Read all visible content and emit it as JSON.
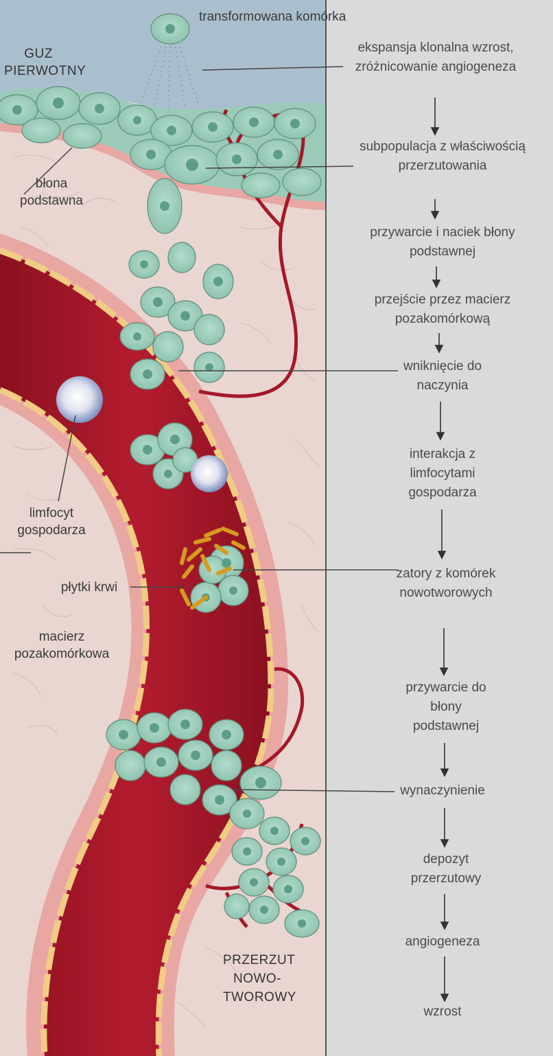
{
  "labels": {
    "transformed_cell": "transformowana komórka",
    "primary_tumor": "GUZ PIERWOTNY",
    "basement_membrane": "błona podstawna",
    "host_lymphocyte": "limfocyt gospodarza",
    "platelets": "płytki krwi",
    "extracellular_matrix": "macierz pozakomórkowa",
    "metastasis": "PRZERZUT NOWO-TWOROWY"
  },
  "steps": [
    "ekspansja klonalna wzrost, zróżnicowanie angiogeneza",
    "subpopulacja z właściwością przerzutowania",
    "przywarcie i naciek błony podstawnej",
    "przejście przez macierz pozakomórkową",
    "wniknięcie do naczynia",
    "interakcja z limfocytami gospodarza",
    "zatory z komórek nowotworowych",
    "przywarcie do błony podstawnej",
    "wynaczynienie",
    "depozyt przerzutowy",
    "angiogeneza",
    "wzrost"
  ],
  "colors": {
    "vessel": "#a51828",
    "vessel_dark": "#7d0f1c",
    "tissue": "#e9d6d0",
    "membrane": "#e8a7a3",
    "cell": "#98cbb8",
    "cell_nucleus": "#5f9e86",
    "upper_bg": "#aabfce",
    "right_panel": "#d9dadb",
    "platelet": "#e8b83a",
    "lymphocyte": "#7f8fc0"
  }
}
